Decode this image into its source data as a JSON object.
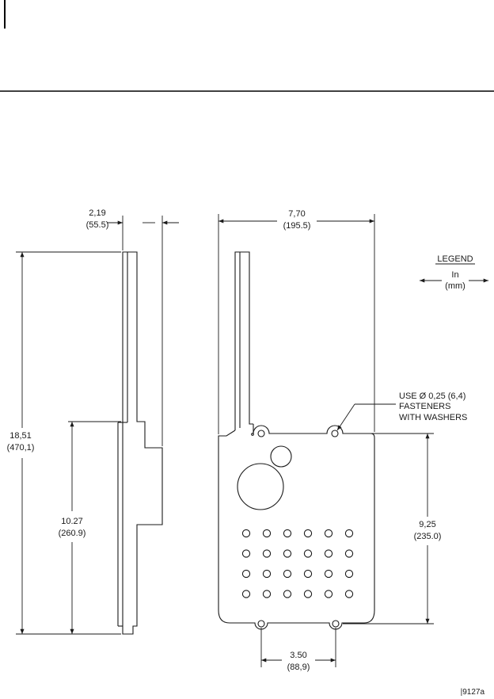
{
  "header": {},
  "dimensions": {
    "side_width": {
      "in": "2,19",
      "mm": "(55.5)"
    },
    "front_width": {
      "in": "7,70",
      "mm": "(195.5)"
    },
    "overall_height": {
      "in": "18,51",
      "mm": "(470,1)"
    },
    "mount_height": {
      "in": "10.27",
      "mm": "(260.9)"
    },
    "body_height": {
      "in": "9,25",
      "mm": "(235.0)"
    },
    "hole_spacing": {
      "in": "3.50",
      "mm": "(88,9)"
    }
  },
  "legend": {
    "title": "LEGEND",
    "unit_in": "In",
    "unit_mm": "(mm)"
  },
  "note": {
    "line1": "USE Ø 0,25 (6,4)",
    "line2": "FASTENERS",
    "line3": "WITH WASHERS"
  },
  "figure_ref": "|9127a",
  "vent_grid": {
    "rows": 4,
    "cols": 6
  }
}
